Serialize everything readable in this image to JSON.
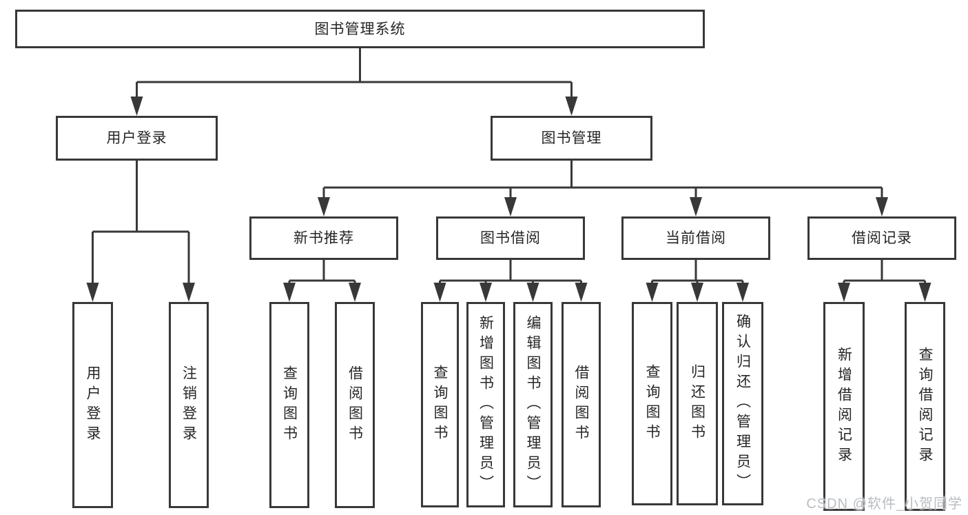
{
  "colors": {
    "line": "#383838",
    "box_border": "#383838",
    "text": "#262626",
    "watermark": "#b9bdc2",
    "background": "#ffffff"
  },
  "root": {
    "label": "图书管理系统"
  },
  "level2": {
    "user_login": {
      "label": "用户登录"
    },
    "book_management": {
      "label": "图书管理"
    }
  },
  "level3": {
    "new_book_recommend": {
      "label": "新书推荐"
    },
    "book_borrow": {
      "label": "图书借阅"
    },
    "current_borrow": {
      "label": "当前借阅"
    },
    "borrow_records": {
      "label": "借阅记录"
    }
  },
  "leaves": {
    "user_login": [
      "用户登录",
      "注销登录"
    ],
    "new_book_recommend": [
      "查询图书",
      "借阅图书"
    ],
    "book_borrow": [
      "查询图书",
      "新增图书（管理员）",
      "编辑图书（管理员）",
      "借阅图书"
    ],
    "current_borrow": [
      "查询图书",
      "归还图书",
      "确认归还（管理员）"
    ],
    "borrow_records": [
      "新增借阅记录",
      "查询借阅记录"
    ]
  },
  "watermark": {
    "label": "CSDN @软件_小贺同学"
  }
}
